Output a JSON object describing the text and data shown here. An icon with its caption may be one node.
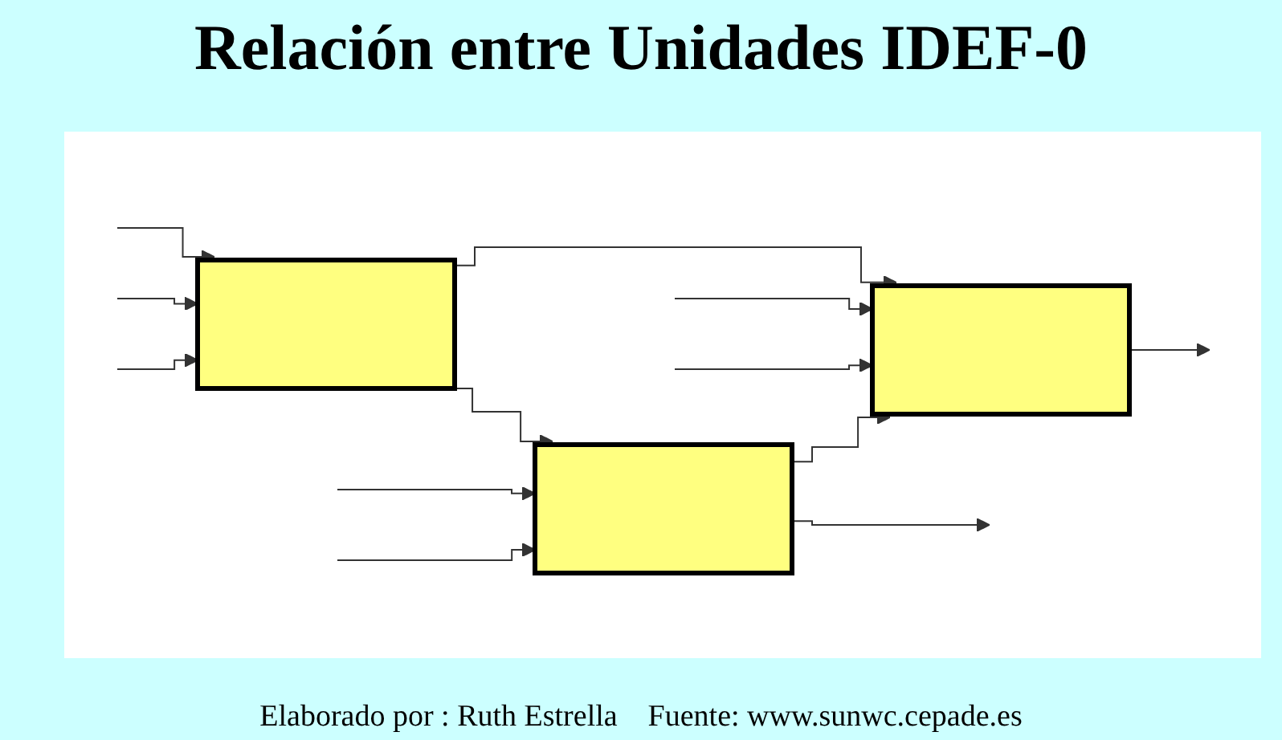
{
  "diagram": {
    "title": "Relación entre Unidades IDEF-0",
    "caption": "Elaborado por : Ruth Estrella    Fuente: www.sunwc.cepade.es",
    "nodes": [
      {
        "text": [],
        "shape": "box"
      },
      {
        "text": [],
        "shape": "box"
      },
      {
        "text": [],
        "shape": "box"
      }
    ],
    "edges": [
      {
        "from": null,
        "to": 0,
        "arrow": "to"
      },
      {
        "from": null,
        "to": 0,
        "arrow": "to"
      },
      {
        "from": null,
        "to": 1,
        "arrow": "to"
      },
      {
        "from": 0,
        "to": 1,
        "arrow": "to"
      },
      {
        "from": 0,
        "to": 2,
        "arrow": "to"
      },
      {
        "from": null,
        "to": 0,
        "arrow": "to"
      },
      {
        "from": null,
        "to": 1,
        "arrow": "to"
      },
      {
        "from": null,
        "to": 2,
        "arrow": "to"
      },
      {
        "from": 1,
        "to": null,
        "arrow": "to"
      },
      {
        "from": 1,
        "to": 2,
        "arrow": "to"
      },
      {
        "from": null,
        "to": 2,
        "arrow": "to"
      },
      {
        "from": 2,
        "to": null,
        "arrow": "to"
      }
    ]
  }
}
